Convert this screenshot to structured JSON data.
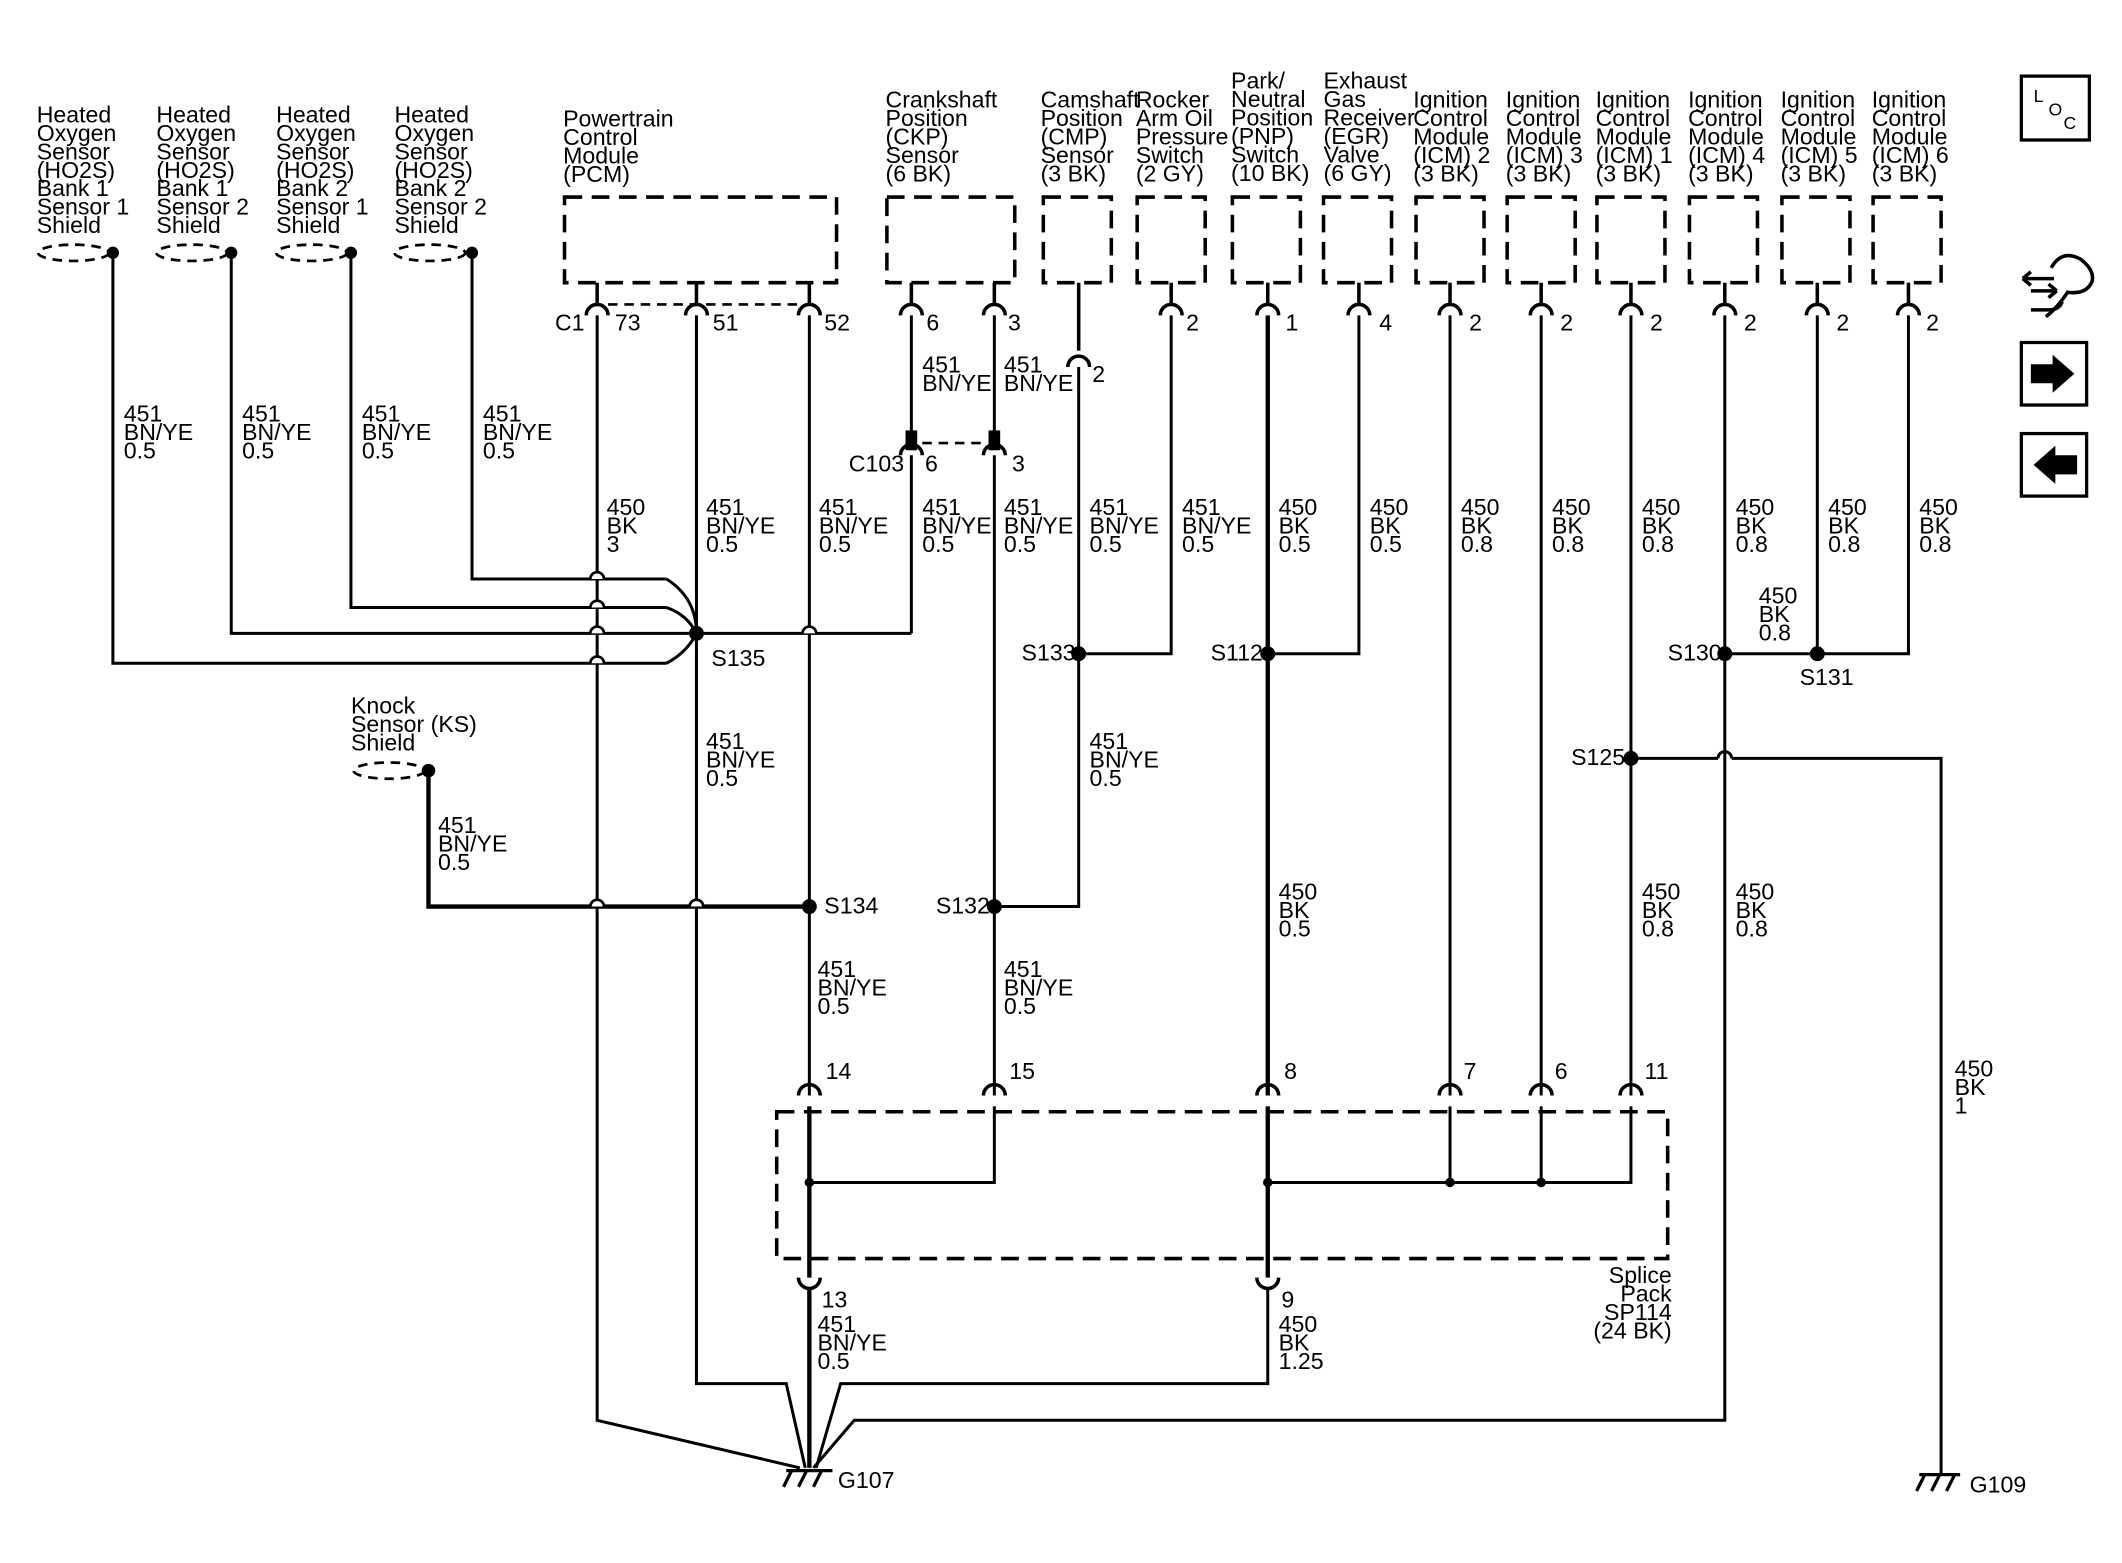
{
  "shields": [
    {
      "lines": [
        "Heated",
        "Oxygen",
        "Sensor",
        "(HO2S)",
        "Bank 1",
        "Sensor 1",
        "Shield"
      ],
      "wire": [
        "451",
        "BN/YE",
        "0.5"
      ]
    },
    {
      "lines": [
        "Heated",
        "Oxygen",
        "Sensor",
        "(HO2S)",
        "Bank 1",
        "Sensor 2",
        "Shield"
      ],
      "wire": [
        "451",
        "BN/YE",
        "0.5"
      ]
    },
    {
      "lines": [
        "Heated",
        "Oxygen",
        "Sensor",
        "(HO2S)",
        "Bank 2",
        "Sensor 1",
        "Shield"
      ],
      "wire": [
        "451",
        "BN/YE",
        "0.5"
      ]
    },
    {
      "lines": [
        "Heated",
        "Oxygen",
        "Sensor",
        "(HO2S)",
        "Bank 2",
        "Sensor 2",
        "Shield"
      ],
      "wire": [
        "451",
        "BN/YE",
        "0.5"
      ]
    }
  ],
  "components": [
    {
      "lines": [
        "Powertrain",
        "Control",
        "Module",
        "(PCM)"
      ]
    },
    {
      "lines": [
        "Crankshaft",
        "Position",
        "(CKP)",
        "Sensor",
        "(6 BK)"
      ]
    },
    {
      "lines": [
        "Camshaft",
        "Position",
        "(CMP)",
        "Sensor",
        "(3 BK)"
      ]
    },
    {
      "lines": [
        "Rocker",
        "Arm Oil",
        "Pressure",
        "Switch",
        "(2 GY)"
      ]
    },
    {
      "lines": [
        "Park/",
        "Neutral",
        "Position",
        "(PNP)",
        "Switch",
        "(10 BK)"
      ]
    },
    {
      "lines": [
        "Exhaust",
        "Gas",
        "Receiver",
        "(EGR)",
        "Valve",
        "(6 GY)"
      ]
    },
    {
      "lines": [
        "Ignition",
        "Control",
        "Module",
        "(ICM) 2",
        "(3 BK)"
      ]
    },
    {
      "lines": [
        "Ignition",
        "Control",
        "Module",
        "(ICM) 3",
        "(3 BK)"
      ]
    },
    {
      "lines": [
        "Ignition",
        "Control",
        "Module",
        "(ICM) 1",
        "(3 BK)"
      ]
    },
    {
      "lines": [
        "Ignition",
        "Control",
        "Module",
        "(ICM) 4",
        "(3 BK)"
      ]
    },
    {
      "lines": [
        "Ignition",
        "Control",
        "Module",
        "(ICM) 5",
        "(3 BK)"
      ]
    },
    {
      "lines": [
        "Ignition",
        "Control",
        "Module",
        "(ICM) 6",
        "(3 BK)"
      ]
    }
  ],
  "pins": {
    "pcm_connector": "C1",
    "pcm_73": "73",
    "pcm_51": "51",
    "pcm_52": "52",
    "ckp_6": "6",
    "ckp_3": "3",
    "cmp_2": "2",
    "rocker_2": "2",
    "pnp_1": "1",
    "egr_4": "4",
    "icm2_2": "2",
    "icm3_2": "2",
    "icm1_2": "2",
    "icm4_2": "2",
    "icm5_2": "2",
    "icm6_2": "2",
    "c103": "C103",
    "c103_6": "6",
    "c103_3": "3",
    "sp_14": "14",
    "sp_15": "15",
    "sp_8": "8",
    "sp_7": "7",
    "sp_6": "6",
    "sp_11": "11",
    "sp_13": "13",
    "sp_9": "9"
  },
  "wires": {
    "ckp_upper_6": [
      "451",
      "BN/YE"
    ],
    "ckp_upper_3": [
      "451",
      "BN/YE"
    ],
    "pcm_73": [
      "450",
      "BK",
      "3"
    ],
    "pcm_51": [
      "451",
      "BN/YE",
      "0.5"
    ],
    "pcm_52": [
      "451",
      "BN/YE",
      "0.5"
    ],
    "c103_6": [
      "451",
      "BN/YE",
      "0.5"
    ],
    "c103_3": [
      "451",
      "BN/YE",
      "0.5"
    ],
    "cmp": [
      "451",
      "BN/YE",
      "0.5"
    ],
    "rocker": [
      "451",
      "BN/YE",
      "0.5"
    ],
    "pnp": [
      "450",
      "BK",
      "0.5"
    ],
    "egr": [
      "450",
      "BK",
      "0.5"
    ],
    "icm2": [
      "450",
      "BK",
      "0.8"
    ],
    "icm3": [
      "450",
      "BK",
      "0.8"
    ],
    "icm1": [
      "450",
      "BK",
      "0.8"
    ],
    "icm4": [
      "450",
      "BK",
      "0.8"
    ],
    "icm5": [
      "450",
      "BK",
      "0.8"
    ],
    "icm6": [
      "450",
      "BK",
      "0.8"
    ],
    "s131_link": [
      "450",
      "BK",
      "0.8"
    ],
    "s135_down": [
      "451",
      "BN/YE",
      "0.5"
    ],
    "s133_down": [
      "451",
      "BN/YE",
      "0.5"
    ],
    "ks": [
      "451",
      "BN/YE",
      "0.5"
    ],
    "pnp_lower": [
      "450",
      "BK",
      "0.5"
    ],
    "icm1_lower": [
      "450",
      "BK",
      "0.8"
    ],
    "icm4_lower": [
      "450",
      "BK",
      "0.8"
    ],
    "s134_down": [
      "451",
      "BN/YE",
      "0.5"
    ],
    "s132_down": [
      "451",
      "BN/YE",
      "0.5"
    ],
    "g109": [
      "450",
      "BK",
      "1"
    ],
    "sp13_out": [
      "451",
      "BN/YE",
      "0.5"
    ],
    "sp9_out": [
      "450",
      "BK",
      "1.25"
    ]
  },
  "splices": {
    "s135": "S135",
    "s133": "S133",
    "s112": "S112",
    "s130": "S130",
    "s131": "S131",
    "s125": "S125",
    "s134": "S134",
    "s132": "S132"
  },
  "knock_sensor": [
    "Knock",
    "Sensor (KS)",
    "Shield"
  ],
  "splice_pack": [
    "Splice",
    "Pack",
    "SP114",
    "(24 BK)"
  ],
  "grounds": {
    "g107": "G107",
    "g109": "G109"
  },
  "side_panel": {
    "loc_letters": [
      "L",
      "O",
      "C"
    ],
    "buttons": [
      {
        "icon": "connector-hand-icon"
      },
      {
        "icon": "arrow-right-icon"
      },
      {
        "icon": "arrow-left-icon"
      }
    ]
  }
}
